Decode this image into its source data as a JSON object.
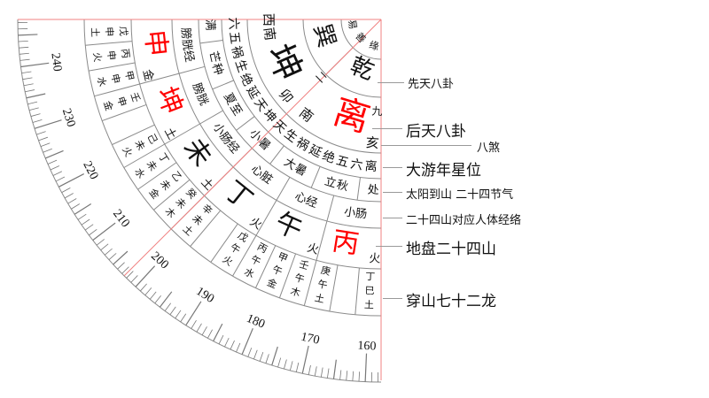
{
  "colors": {
    "accent_red": "#ff0000",
    "guide_red": "#f08080",
    "ring_line": "#8a8a8a",
    "text": "#111111"
  },
  "inner_ring": [
    "易",
    "善",
    "缘"
  ],
  "xiantian_bagua": [
    "乾",
    "巽"
  ],
  "houtian_bagua": [
    {
      "gua": "离",
      "number": "九",
      "highlight": true
    },
    {
      "gua": "坤",
      "number": "二",
      "highlight": false
    }
  ],
  "basha": [
    "亥",
    "南",
    "卯",
    "西南"
  ],
  "dayounian": "六五祸生绝延天坤天生祸延绝五六离",
  "jieqi": [
    "处",
    "立秋",
    "大暑",
    "小暑",
    "夏至",
    "芒种",
    "满"
  ],
  "jingluo": [
    "小肠",
    "心经",
    "心脏",
    "小肠经",
    "膀胱",
    "膀胱经"
  ],
  "dipan": [
    {
      "mountain": "丙",
      "element": "火",
      "highlight": true
    },
    {
      "mountain": "午",
      "element": "火",
      "highlight": false
    },
    {
      "mountain": "丁",
      "element": "火",
      "highlight": false
    },
    {
      "mountain": "未",
      "element": "土",
      "highlight": false
    },
    {
      "mountain": "坤",
      "element": "土",
      "highlight": true
    },
    {
      "mountain": "申",
      "element": "金",
      "highlight": true
    }
  ],
  "dragons": [
    "丁巳土",
    "",
    "庚午土",
    "壬午木",
    "甲午金",
    "丙午水",
    "戊午火",
    "",
    "辛未土",
    "癸未木",
    "乙未金",
    "丁未水",
    "己未火",
    "",
    "壬申金",
    "甲申水",
    "丙申火",
    "戊申土"
  ],
  "degrees": [
    "160",
    "170",
    "180",
    "190",
    "200",
    "210",
    "220",
    "230",
    "240"
  ],
  "legend": {
    "xiantian": "先天八卦",
    "houtian": "后天八卦",
    "basha": "八煞",
    "dayounian": "大游年星位",
    "jieqi": "太阳到山 二十四节气",
    "jingluo": "二十四山对应人体经络",
    "dipan": "地盘二十四山",
    "dragons": "穿山七十二龙"
  }
}
